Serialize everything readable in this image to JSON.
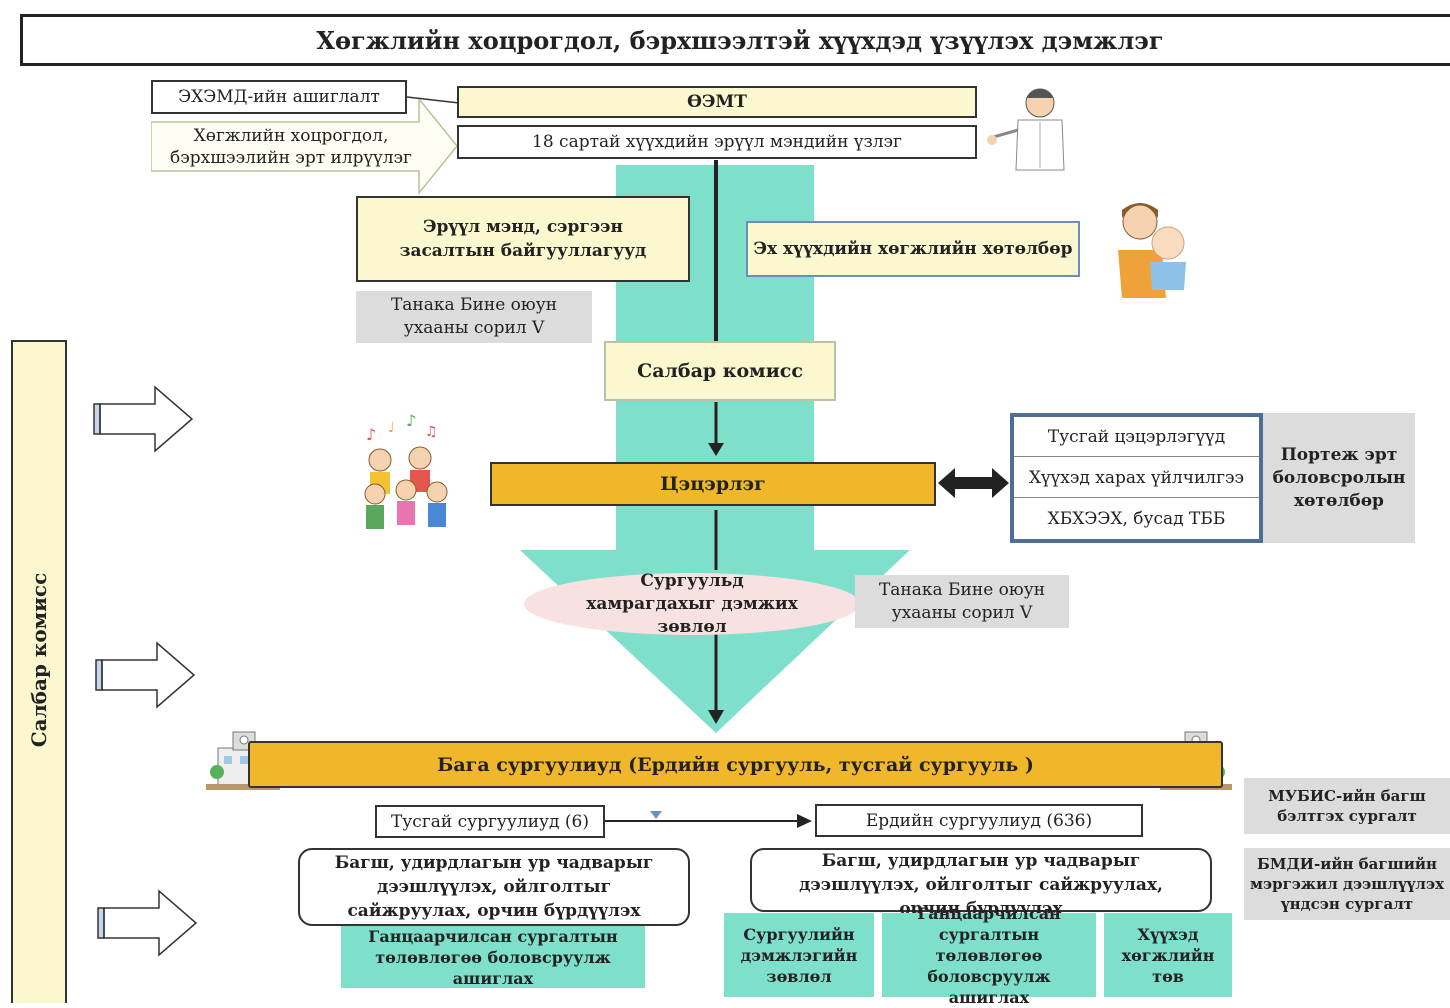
{
  "title": "Хөгжлийн хоцрогдол, бэрхшээлтэй хүүхдэд үзүүлэх дэмжлэг",
  "top": {
    "insurance": "ЭХЭМД-ийн ашиглалт",
    "early_detection": "Хөгжлийн хоцрогдол, бэрхшээлийн эрт илрүүлэг",
    "oemt": "ӨЭМТ",
    "checkup": "18 сартай хүүхдийн эрүүл мэндийн үзлэг"
  },
  "health_orgs": "Эрүүл мэнд, сэргээн засалтын байгууллагууд",
  "mch_handbook": "Эх хүүхдийн хөгжлийн хөтөлбөр",
  "tanaka_1": "Танака Бине оюун ухааны сорил V",
  "subcommittee": "Салбар комисс",
  "kindergarten": "Цэцэрлэг",
  "services": [
    "Тусгай цэцэрлэгүүд",
    "Хүүхэд харах үйлчилгээ",
    "ХБХЭЭХ, бусад ТББ"
  ],
  "portage": "Портеж эрт боловсролын хөтөлбөр",
  "school_advice": "Сургуульд хамрагдахыг дэмжих зөвлөл",
  "tanaka_2": "Танака Бине оюун ухааны сорил V",
  "primary_schools": "Бага сургуулиуд (Ердийн сургууль, тусгай сургууль )",
  "special_schools": "Тусгай сургуулиуд (6)",
  "regular_schools": "Ердийн сургуулиуд (636)",
  "left_quality": "Багш, удирдлагын ур чадварыг дээшлүүлэх, ойлголтыг сайжруулах, орчин бүрдүүлэх",
  "right_quality": "Багш, удирдлагын ур чадварыг дээшлүүлэх, ойлголтыг сайжруулах, орчин бүрдүүлэх",
  "left_teal": "Ганцаарчилсан сургалтын төлөвлөгөө боловсруулж ашиглах",
  "right_teals": [
    "Сургуулийн дэмжлэгийн зөвлөл",
    "Ганцаарчилсан сургалтын төлөвлөгөө боловсруулж ашиглах",
    "Хүүхэд хөгжлийн төв"
  ],
  "training_1": "МУБИС-ийн багш бэлтгэх сургалт",
  "training_2": "БМДИ-ийн багшийн мэргэжил дээшлүүлэх үндсэн сургалт",
  "sidebar": "Салбар комисс",
  "colors": {
    "teal": "#7edfcb",
    "yellow": "#fbf7cf",
    "gold": "#f0b72a",
    "grey": "#dcdcdc",
    "pink": "#f7e1e1"
  }
}
